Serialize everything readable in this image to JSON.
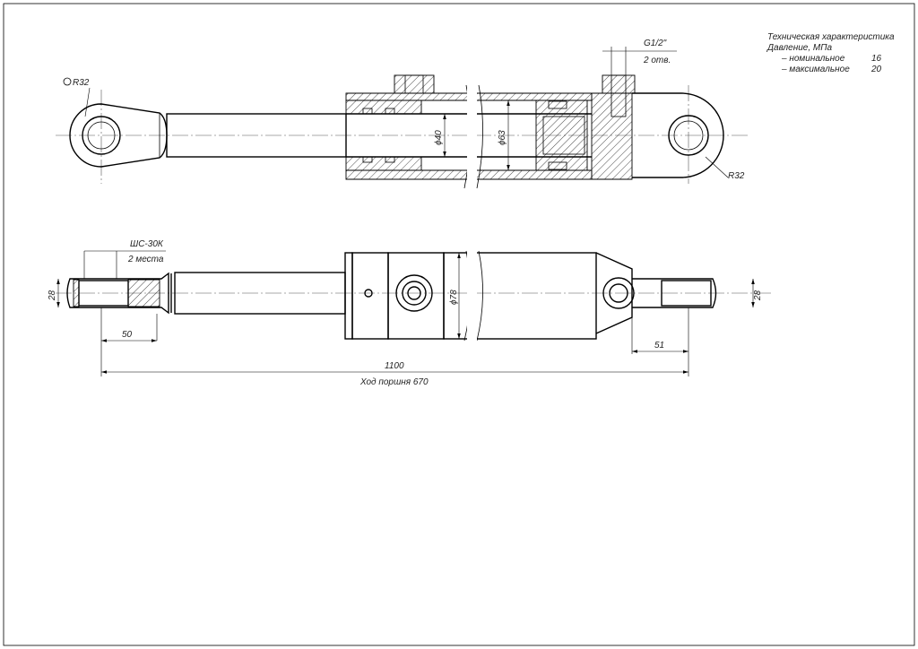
{
  "spec": {
    "title": "Техническая характеристика",
    "pressure": "Давление, МПа",
    "nominal_label": "– номинальное",
    "nominal_value": "16",
    "max_label": "– максимальное",
    "max_value": "20"
  },
  "labels": {
    "port_thread": "G1/2\"",
    "port_count": "2 отв.",
    "radius_left": "R32",
    "radius_right": "R32",
    "rod_diameter": "ϕ40",
    "bore_diameter": "ϕ63",
    "body_diameter": "ϕ78",
    "bearing": "ШС-30К",
    "bearing_count": "2 места",
    "eye_width_left": "28",
    "eye_width_right": "28",
    "dim_left": "50",
    "dim_right": "51",
    "overall_length": "1100",
    "stroke": "Ход поршня 670"
  }
}
